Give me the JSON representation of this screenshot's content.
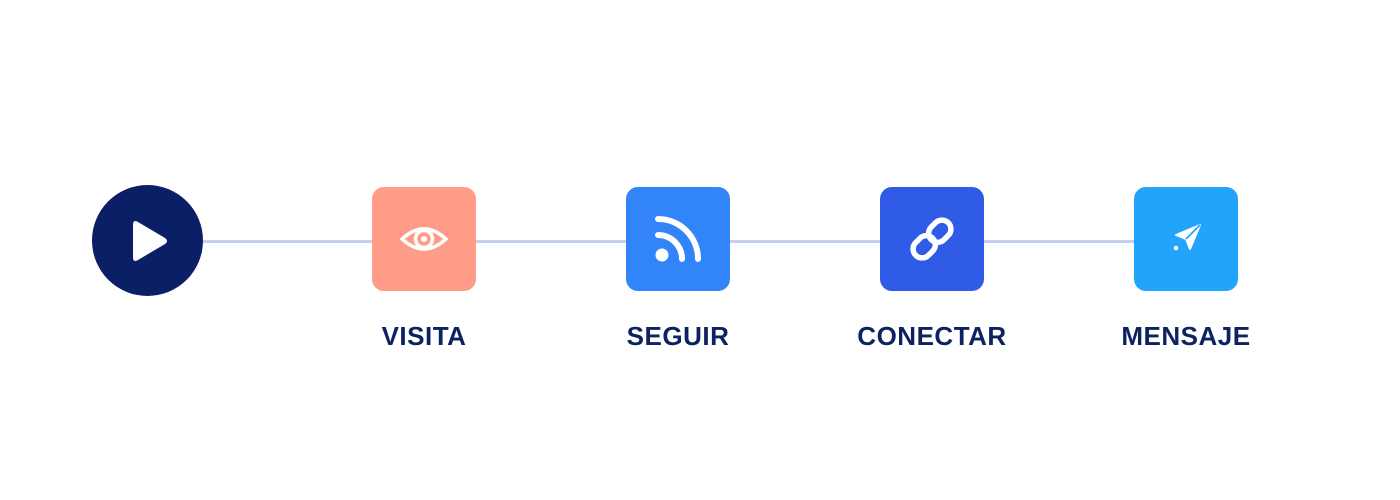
{
  "flow": {
    "start": {
      "icon": "play-icon",
      "color": "#0b1f66"
    },
    "line_color": "#c5cdf0",
    "label_color": "#0d2260",
    "steps": [
      {
        "label": "VISITA",
        "icon": "eye-icon",
        "color": "#ff9c88"
      },
      {
        "label": "SEGUIR",
        "icon": "rss-icon",
        "color": "#3185f8"
      },
      {
        "label": "CONECTAR",
        "icon": "link-icon",
        "color": "#2f5be6"
      },
      {
        "label": "MENSAJE",
        "icon": "send-icon",
        "color": "#22a4fc"
      }
    ]
  }
}
